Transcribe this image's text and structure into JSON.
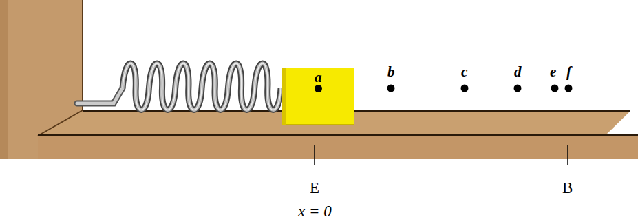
{
  "diagram": {
    "nodes": [
      {
        "text": [
          "a"
        ]
      }
    ],
    "labels": [
      "b",
      "c",
      "d",
      "e",
      "f",
      "E",
      "x = 0",
      "B"
    ]
  }
}
